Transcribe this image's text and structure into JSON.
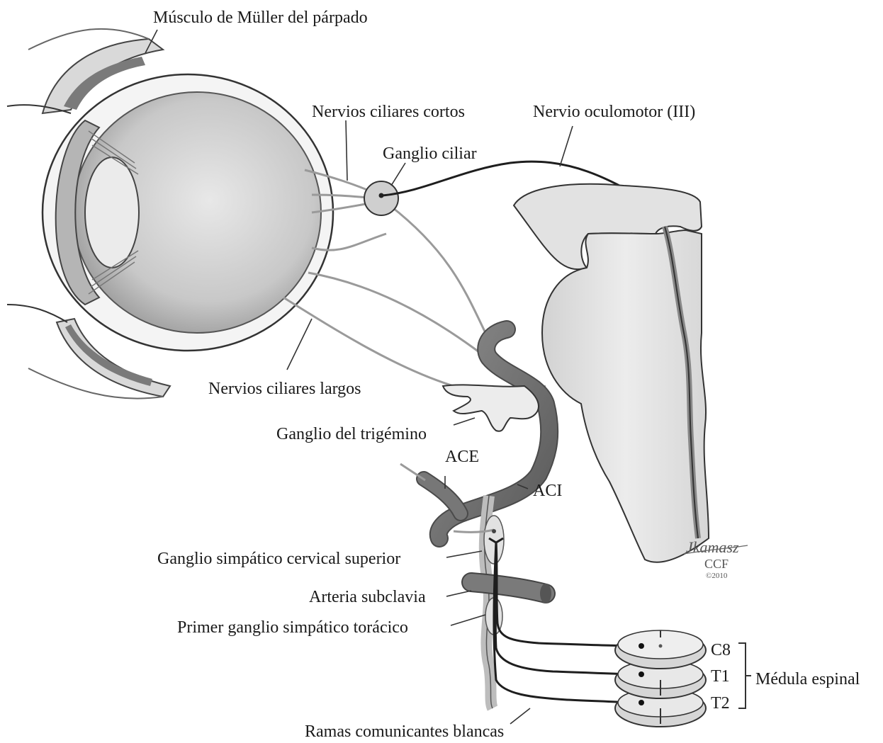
{
  "labels": {
    "muller": "Músculo de Müller del párpado",
    "short_ciliary": "Nervios ciliares cortos",
    "oculomotor": "Nervio oculomotor (III)",
    "ciliary_ganglion": "Ganglio ciliar",
    "long_ciliary": "Nervios ciliares largos",
    "trigeminal": "Ganglio del trigémino",
    "ace": "ACE",
    "aci": "ACI",
    "superior_cervical": "Ganglio simpático cervical superior",
    "subclavian": "Arteria subclavia",
    "first_thoracic": "Primer ganglio simpático torácico",
    "c8": "C8",
    "t1": "T1",
    "t2": "T2",
    "spinal_cord": "Médula espinal",
    "white_rami": "Ramas comunicantes blancas"
  },
  "signature": {
    "artist": "Jkamasz",
    "studio": "CCF",
    "year": "©2010"
  },
  "colors": {
    "nerve_light": "#9a9a9a",
    "nerve_dark": "#1e1e1e",
    "vessel": "#6e6e6e",
    "tissue": "#dedede",
    "globe": "#cfcfcf"
  }
}
